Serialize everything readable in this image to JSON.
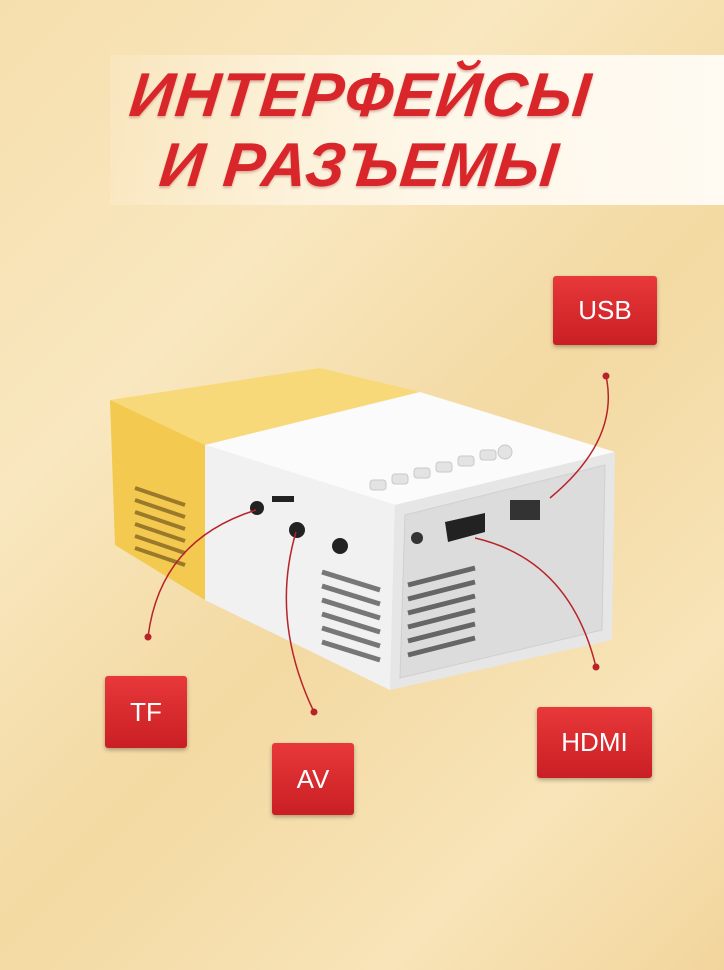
{
  "title": {
    "line1": "ИНТЕРФЕЙСЫ",
    "line2": "И РАЗЪЕМЫ"
  },
  "labels": {
    "usb": "USB",
    "tf": "TF",
    "av": "AV",
    "hdmi": "HDMI"
  },
  "colors": {
    "accent": "#d8262a",
    "device_yellow": "#f5cf5a",
    "device_white": "#f7f7f7"
  }
}
